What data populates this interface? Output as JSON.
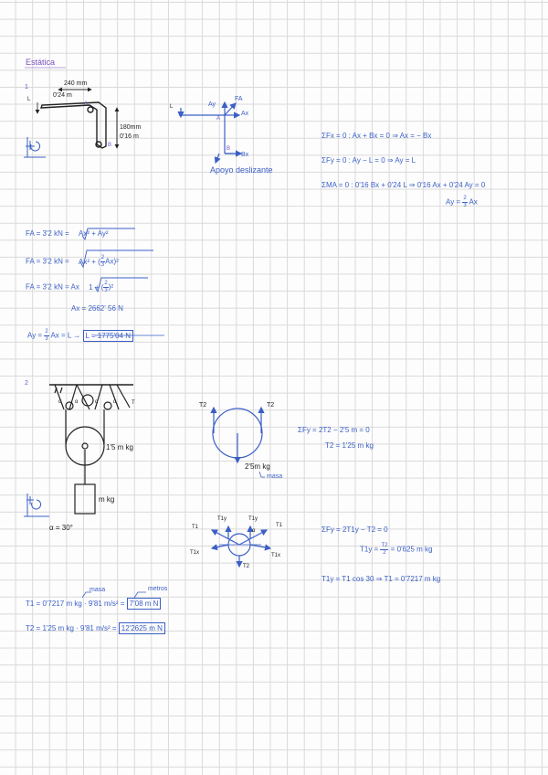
{
  "title": "Estática",
  "problem1": {
    "number": "1",
    "dim_horizontal": "240 mm",
    "dim_horizontal_m": "0'24 m",
    "dim_vertical": "180mm",
    "dim_vertical_m": "0'16 m",
    "label_A": "A",
    "label_B": "B",
    "label_L": "L",
    "fbd": {
      "label_L": "L",
      "Ay": "Ay",
      "FA": "FA",
      "Ax": "Ax",
      "A": "A",
      "B": "B",
      "Bx": "Bx",
      "caption": "Apoyo deslizante"
    },
    "eq_fx": "ΣFx = 0 : Ax + Bx = 0 ⇒ Ax = − Bx",
    "eq_fy": "ΣFy = 0 : Ay − L = 0 ⇒ Ay = L",
    "eq_ma": "ΣMA = 0 :  0'16 Bx + 0'24 L ⇒ 0'16 Ax + 0'24 Ay = 0",
    "eq_ay_left": "Ay =",
    "eq_ay_num": "2",
    "eq_ay_den": "3",
    "eq_ay_right": "Ax",
    "fa1_left": "FA = 3'2 kN =",
    "fa1_root": "Ax² + Ay²",
    "fa2_left": "FA = 3'2 kN =",
    "fa2_root_a": "Ax² + (",
    "fa2_root_b": "Ax)²",
    "fa3_left": "FA = 3'2 kN = Ax",
    "fa3_root_a": "1 + (",
    "fa3_root_b": ")²",
    "frac_num": "2",
    "frac_den": "3",
    "ax_result": "Ax = 2662' 56 N",
    "ay_left": "Ay =",
    "ay_mid": "Ax = L →",
    "ay_result": "L = 1775'04 N"
  },
  "problem2": {
    "number": "2",
    "alpha": "α",
    "T": "T",
    "mass_big": "1'5 m kg",
    "mass_small": "m kg",
    "alpha_value": "α = 30°",
    "pulley_fbd": {
      "T2_left": "T2",
      "T2_right": "T2",
      "weight": "2'5m kg",
      "weight_note": "masa"
    },
    "eq_fy1": "ΣFy = 2T2 − 2'5 m = 0",
    "eq_t2": "T2 = 1'25 m kg",
    "node_fbd": {
      "T1_left": "T1",
      "T1y_left": "T1y",
      "T1y_right": "T1y",
      "T1_right": "T1",
      "T1x_left": "T1x",
      "T1x_right": "T1x",
      "T2": "T2",
      "alpha": "α"
    },
    "eq_fy2": "ΣFy = 2T1y − T2 = 0",
    "eq_t1y_left": "T1y =",
    "eq_t1y_num": "T2",
    "eq_t1y_den": "2",
    "eq_t1y_right": "= 0'625 m kg",
    "eq_t1y_cos": "T1y = T1 cos 30 ⇒ T1 = 0'7217 m  kg",
    "note_masa": "masa",
    "note_metros": "metros",
    "t1_calc": "T1 = 0'7217 m kg · 9'81 m/s² =",
    "t1_result": "7'08 m N",
    "t2_calc": "T2 = 1'25 m kg · 9'81 m/s² =",
    "t2_result": "12'2625 m N"
  }
}
